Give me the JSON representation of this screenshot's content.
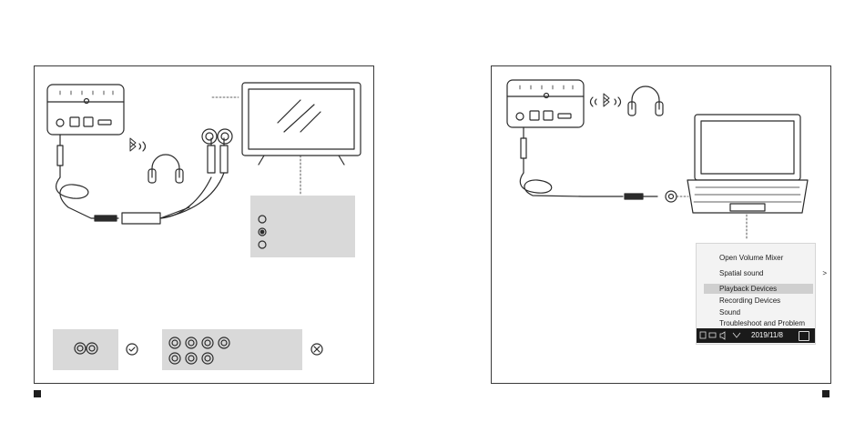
{
  "context_menu": {
    "items": [
      {
        "label": "Open Volume Mixer",
        "highlighted": false
      },
      {
        "label": "Spatial sound",
        "highlighted": false
      },
      {
        "label": "Playback Devices",
        "highlighted": true
      },
      {
        "label": "Recording Devices",
        "highlighted": false
      },
      {
        "label": "Sound",
        "highlighted": false
      },
      {
        "label": "Troubleshoot and Problem",
        "highlighted": false
      }
    ],
    "submenu_arrow": ">"
  },
  "taskbar": {
    "date": "2019/11/8"
  },
  "icons": [
    "bluetooth-icon",
    "headphones-icon",
    "tv-icon",
    "laptop-icon",
    "check-icon",
    "cross-icon"
  ],
  "colors": {
    "line": "#2b2b2b",
    "box_fill": "#d9d9d9",
    "highlight": "#cfcfcf"
  }
}
